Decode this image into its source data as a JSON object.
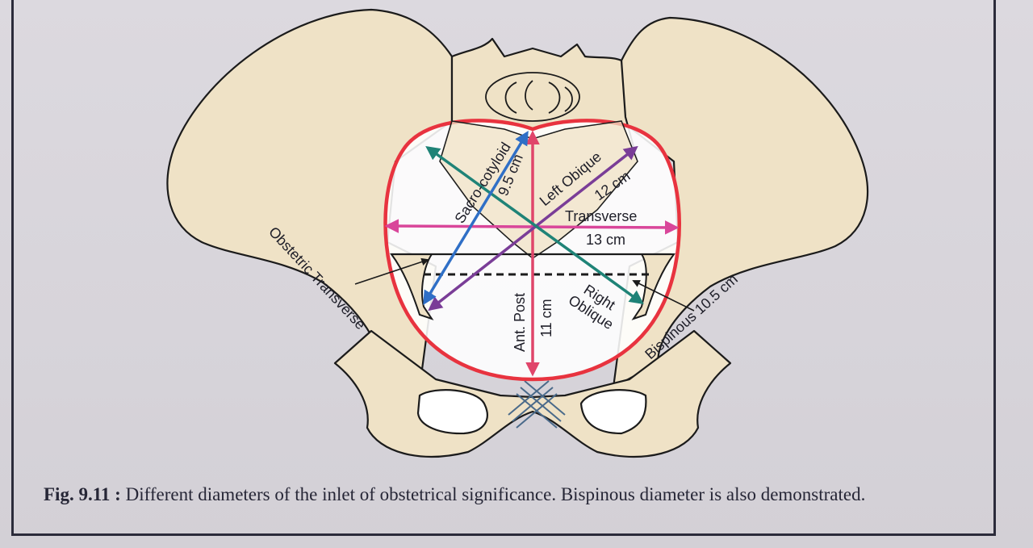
{
  "figure": {
    "labels": {
      "sacro_cotyloid": "Sacro-cotyloid",
      "sacro_cotyloid_value": "9.5 cm",
      "left_oblique": "Left Obique",
      "left_oblique_value": "12 cm",
      "transverse": "Transverse",
      "transverse_value": "13 cm",
      "ant_post": "Ant. Post",
      "ant_post_value": "11 cm",
      "right_oblique_1": "Right",
      "right_oblique_2": "Oblique",
      "obstetric_transverse": "Obstetric Transverse",
      "bispinous": "Bispinous 10.5 cm"
    },
    "colors": {
      "inlet": "#e8333f",
      "ant_post": "#e0456a",
      "transverse": "#d9469a",
      "left_oblique": "#7a3d97",
      "right_oblique": "#1f8377",
      "sacro_cotyloid": "#2f6fc6",
      "bone": "#efe2c6",
      "outline": "#1b1b1b"
    }
  },
  "caption": {
    "number": "Fig. 9.11 :",
    "text": " Different diameters of the inlet of obstetrical significance. Bispinous diameter is also demonstrated."
  }
}
